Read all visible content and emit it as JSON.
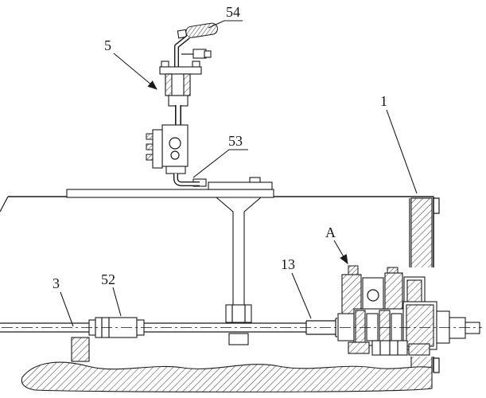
{
  "diagram": {
    "background": "#ffffff",
    "line_color": "#1a1a1a",
    "labels": [
      {
        "id": "54",
        "text": "54"
      },
      {
        "id": "5",
        "text": "5"
      },
      {
        "id": "53",
        "text": "53"
      },
      {
        "id": "1",
        "text": "1"
      },
      {
        "id": "A",
        "text": "A"
      },
      {
        "id": "13",
        "text": "13"
      },
      {
        "id": "3",
        "text": "3"
      },
      {
        "id": "52",
        "text": "52"
      }
    ]
  }
}
